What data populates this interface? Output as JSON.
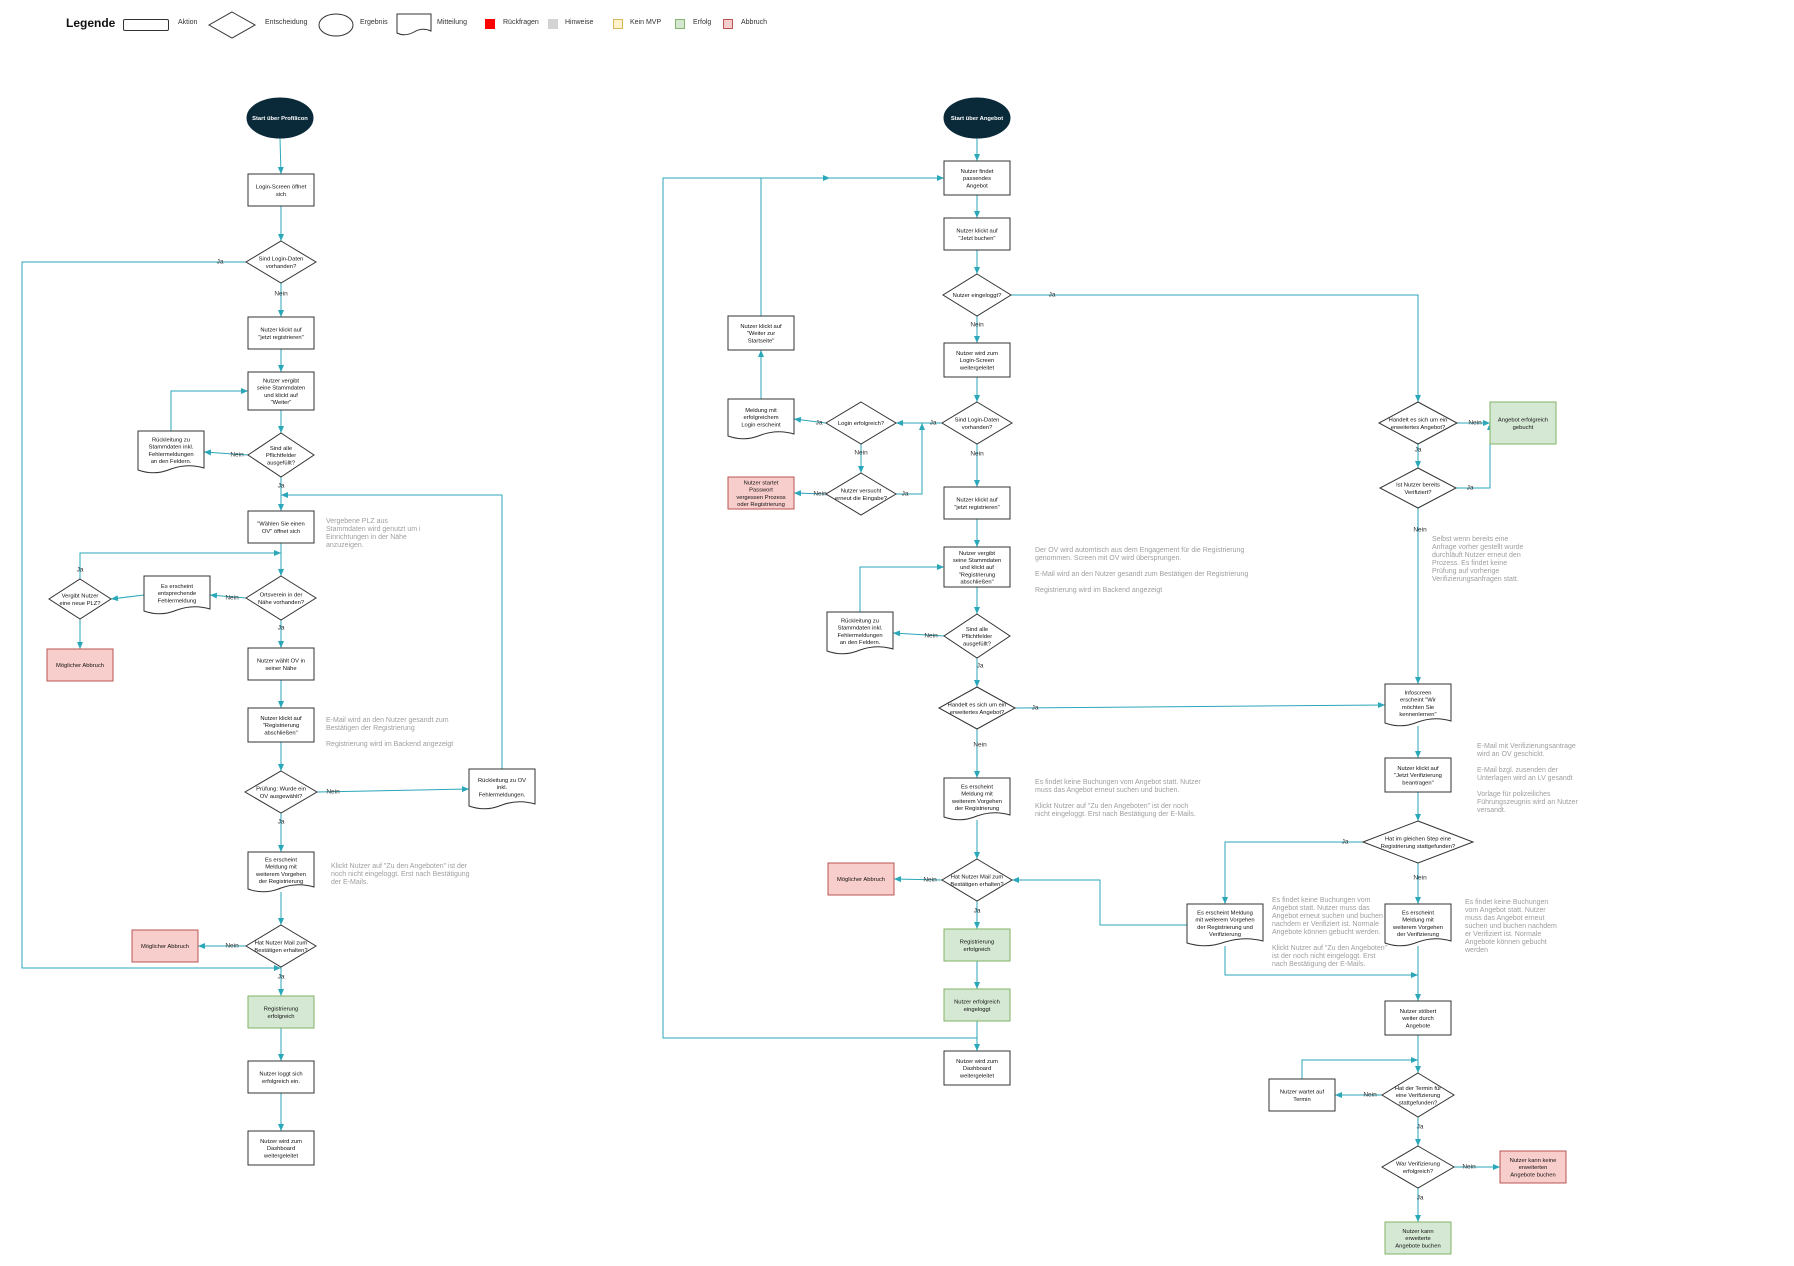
{
  "legend": {
    "title": "Legende",
    "items": [
      {
        "label": "Aktion",
        "shape": "rect"
      },
      {
        "label": "Entscheidung",
        "shape": "diamond"
      },
      {
        "label": "Ergebnis",
        "shape": "ellipse"
      },
      {
        "label": "Mitteilung",
        "shape": "document"
      },
      {
        "label": "Rückfragen",
        "color": "#ff0000"
      },
      {
        "label": "Hinweise",
        "color": "#d3d3d3"
      },
      {
        "label": "Kein MVP",
        "color": "#fff2cc"
      },
      {
        "label": "Erfolg",
        "color": "#d5e8d4"
      },
      {
        "label": "Abbruch",
        "color": "#f8cecc"
      }
    ]
  },
  "colors": {
    "line": "#2aa7b9",
    "start": "#0a2a3a",
    "success_fill": "#d5e8d4",
    "success_stroke": "#82b366",
    "abort_fill": "#f8cecc",
    "abort_stroke": "#b85450",
    "note_text": "#9e9e9e"
  },
  "nodes": {
    "L_start": "Start über Profilicon",
    "L_login": "Login-Screen öffnet\nsich",
    "L_d1": "Sind Login-Daten\nvorhanden?",
    "L_reg": "Nutzer klickt auf\n\"jetzt registrieren\"",
    "L_stamm": "Nutzer vergibt\nseine Stammdaten\nund klickt auf\n\"Weiter\"",
    "L_d2": "Sind alle\nPflichtfelder\nausgefüllt?",
    "L_rueck1": "Rückleitung zu\nStammdaten inkl.\nFehlermeldungen\nan den Feldern.",
    "L_ov": "\"Wählen Sie einen\nOV\" öffnet sich",
    "L_d3": "Ortsverein in der\nNähe vorhanden?",
    "L_fehler": "Es erscheint\nentsprechende\nFehlermeldung",
    "L_d4": "Vergibt Nutzer\neine neue PLZ?",
    "L_abbr1": "Möglicher Abbruch",
    "L_waehlt": "Nutzer wählt OV in\nseiner Nähe",
    "L_abschl": "Nutzer klickt auf\n\"Registrierung\nabschließen\"",
    "L_d5": "Prüfung: Wurde ein\nOV ausgewählt?",
    "L_rueckov": "Rückleitung zu OV\ninkl.\nFehlermeldungen.",
    "L_meld": "Es erscheint\nMeldung mit\nweiterem Vorgehen\nder Registrierung",
    "L_d6": "Hat Nutzer Mail zum\nBestätigen erhalten?",
    "L_abbr2": "Möglicher Abbruch",
    "L_erf": "Registrierung\nerfolgreich",
    "L_logged": "Nutzer loggt sich\nerfolgreich ein.",
    "L_dash": "Nutzer wird zum\nDashboard\nweitergeleitet",
    "M_start": "Start über Angebot",
    "M_findet": "Nutzer findet\npassendes\nAngebot",
    "M_jetzt": "Nutzer klickt auf\n\"Jetzt buchen\"",
    "M_d1": "Nutzer eingeloggt?",
    "M_loginscr": "Nutzer wird zum\nLogin-Screen\nweitergeleitet",
    "M_d2": "Sind Login-Daten\nvorhanden?",
    "M_reg": "Nutzer klickt auf\n\"jetzt registrieren\"",
    "M_stamm": "Nutzer vergibt\nseine Stammdaten\nund klickt auf\n\"Registrierung\nabschließen\"",
    "M_d3": "Sind alle\nPflichtfelder\nausgefüllt?",
    "M_rueck": "Rückleitung zu\nStammdaten inkl.\nFehlermeldungen\nan den Feldern.",
    "M_d4": "Handelt es sich um ein\nerweitertes Angebot?",
    "M_meld": "Es erscheint\nMeldung mit\nweiterem Vorgehen\nder Registrierung",
    "M_d5": "Hat Nutzer Mail zum\nBestätigen erhalten?",
    "M_abbr": "Möglicher Abbruch",
    "M_erf": "Registrierung\nerfolgreich",
    "M_eingel": "Nutzer erfolgreich\neingeloggt",
    "M_dash": "Nutzer wird zum\nDashboard\nweitergeleitet",
    "M_dlog": "Login erfolgreich?",
    "M_dlog2": "Nutzer versucht\nerneut die Eingabe?",
    "M_pw": "Nutzer startet\nPasswort\nvergessen Prozess\noder Registrierung",
    "M_meldlog": "Meldung mit\nerfolgreichem\nLogin erscheint",
    "M_weiter": "Nutzer klickt auf\n\"Weiter zur\nStartseite\"",
    "R_d1": "Handelt es sich um ein\nerweitertes Angebot?",
    "R_gebucht": "Angebot erfolgreich\ngebucht",
    "R_d2": "Ist Nutzer bereits\nVerifiziert?",
    "R_info": "Infoscreen\nerscheint \"Wir\nmöchten Sie\nkennenlernen\"",
    "R_beantr": "Nutzer klickt auf\n\"Jetzt Verifizierung\nbeantragen\"",
    "R_d3": "Hat im gleichen Step eine\nRegistrierung stattgefunden?",
    "R_meldv": "Es erscheint\nMeldung mit\nweiterem Vorgehen\nder Verifizierung",
    "R_meldrv": "Es erscheint Meldung\nmit weiterem Vorgehen\nder Registrierung und\nVerifizierung",
    "R_stoebert": "Nutzer stöbert\nweiter durch\nAngebote",
    "R_d4": "Hat der Termin für\neine Verifizierung\nstattgefunden?",
    "R_wartet": "Nutzer wartet auf\nTermin",
    "R_d5": "War Verifizierung\nerfolgreich?",
    "R_keine": "Nutzer kann keine\nerweiterten\nAngebote buchen",
    "R_kann": "Nutzer kann\nerweiterte\nAngebote buchen"
  },
  "edge_labels": {
    "ja": "Ja",
    "nein": "Nein"
  },
  "notes": {
    "n1": "Vergebene PLZ aus\nStammdaten wird genutzt um i\nEinrichtungen in der Nähe\nanzuzeigen.",
    "n2": "E-Mail wird an den Nutzer gesandt zum\nBestätigen der Registrierung\n\nRegistrierung wird im Backend angezeigt",
    "n3": "Klickt Nutzer auf \"Zu den Angeboten\" ist der\nnoch nicht eingeloggt. Erst nach Bestätigung\nder E-Mails.",
    "n4": "Der OV wird automtisch aus dem Engagement für die Registrierung\ngenommen. Screen mit OV wird übersprungen.\n\nE-Mail wird an den Nutzer gesandt zum Bestätigen der Registrierung\n\nRegistrierung wird im Backend angezeigt",
    "n5": "Es findet keine Buchungen vom Angebot statt. Nutzer\nmuss das Angebot erneut suchen und buchen.\n\nKlickt Nutzer auf \"Zu den Angeboten\" ist der noch\nnicht eingeloggt. Erst nach Bestätigung der E-Mails.",
    "n6": "Selbst wenn bereits eine\nAnfrage vorher gestellt wurde\ndurchläuft Nutzer erneut den\nProzess. Es findet keine\nPrüfung auf vorherige\nVerifizierungsanfragen statt.",
    "n7": "E-Mail mit Verifizierungsantrage\nwird an OV geschickt.\n\nE-Mail bzgl. zusenden der\nUnterlagen wird an LV gesandt\n\nVorlage für polizeiliches\nFührungszeugnis wird an Nutzer\nversandt.",
    "n8": "Es findet keine Buchungen vom\nAngebot statt. Nutzer muss das\nAngebot erneut suchen und buchen\nnachdem er Verifiziert ist. Normale\nAngebote können gebucht werden.\n\nKlickt Nutzer auf \"Zu den Angeboten\"\nist der noch nicht eingeloggt. Erst\nnach Bestätigung der E-Mails.",
    "n9": "Es findet keine Buchungen\nvom Angebot statt. Nutzer\nmuss das Angebot erneut\nsuchen und buchen nachdem\ner Verifiziert ist. Normale\nAngebote können gebucht\nwerden"
  }
}
